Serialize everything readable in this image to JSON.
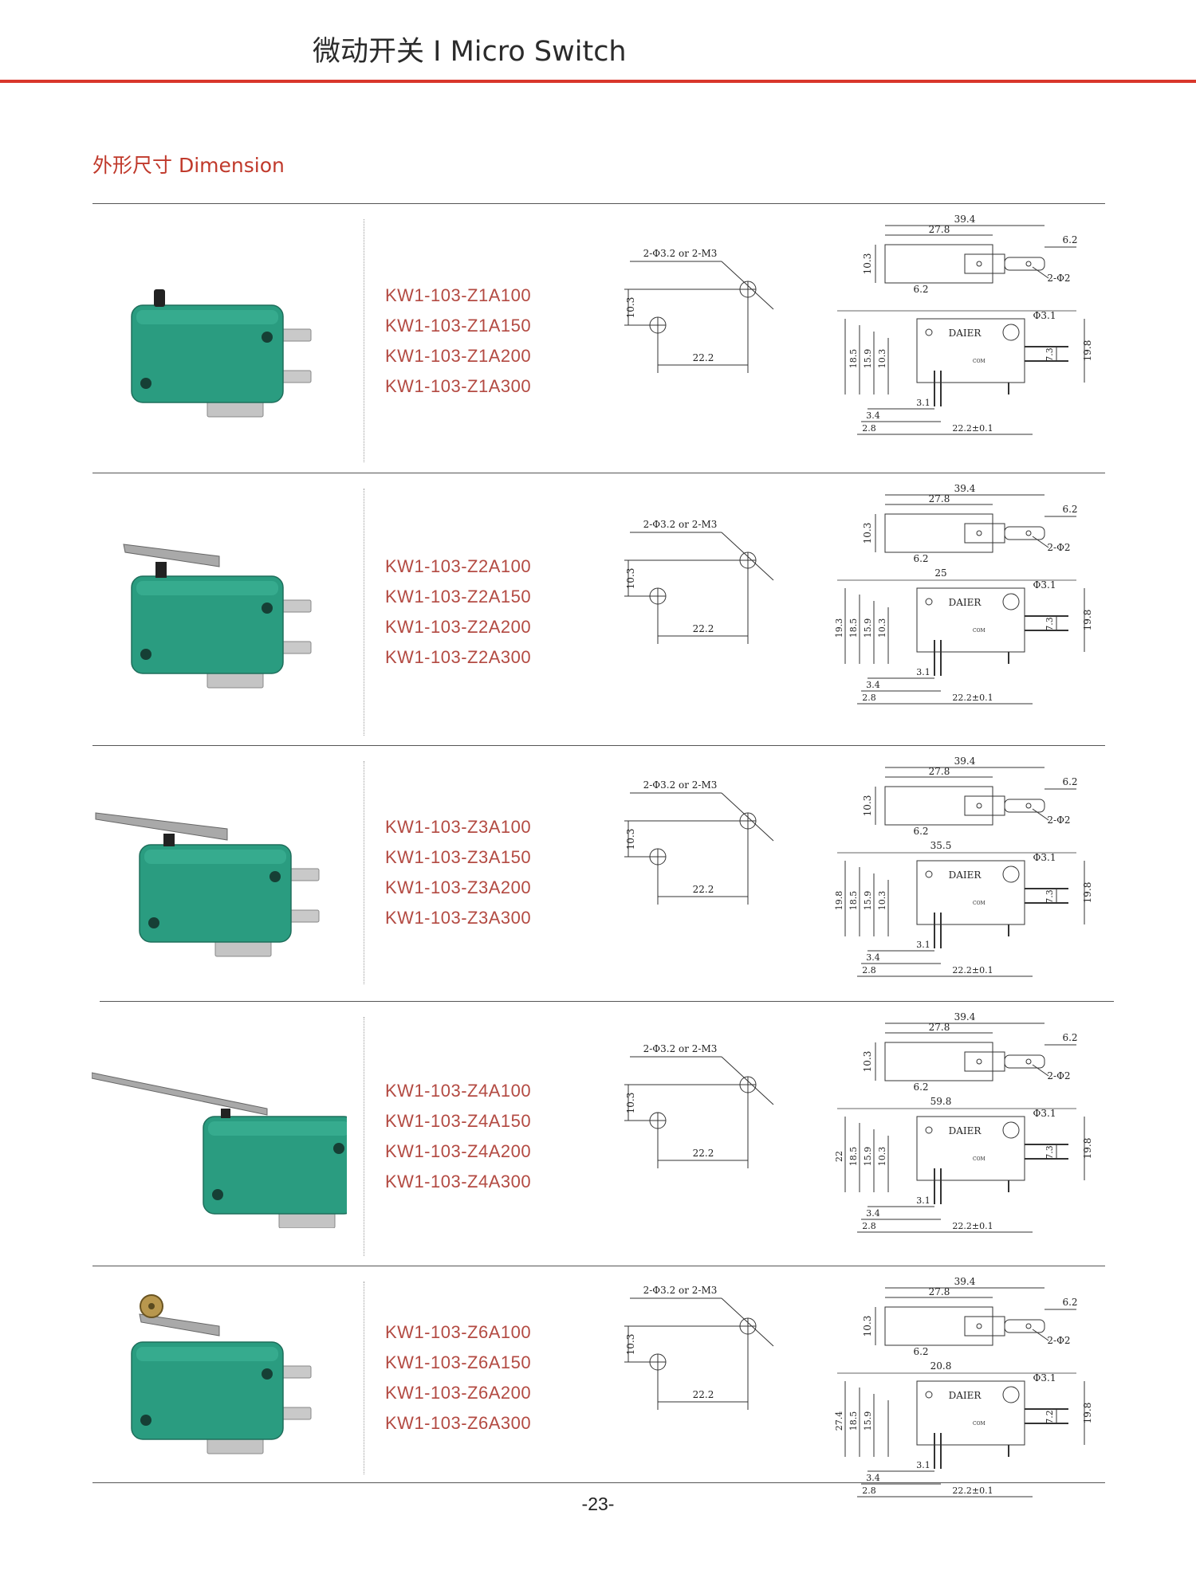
{
  "header": {
    "title": "微动开关 I Micro Switch"
  },
  "section": {
    "title": "外形尺寸 Dimension"
  },
  "rows": [
    {
      "lever": "none",
      "models": [
        "KW1-103-Z1A100",
        "KW1-103-Z1A150",
        "KW1-103-Z1A200",
        "KW1-103-Z1A300"
      ],
      "top": {
        "w": "39.4",
        "a": "27.8",
        "t": "6.2",
        "h": "10.3",
        "b": "6.2",
        "p": "2-Φ2"
      },
      "side": {
        "L": "",
        "H1": "18.5",
        "H2": "15.9",
        "H3": "10.3",
        "H4": "",
        "R": "19.8",
        "T": "7.3",
        "d1": "3.1",
        "d2": "3.4",
        "d3": "2.8",
        "c": "22.2±0.1",
        "hole": "Φ3.1",
        "brand": "DAIER",
        "com": "COM"
      }
    },
    {
      "lever": "short",
      "models": [
        "KW1-103-Z2A100",
        "KW1-103-Z2A150",
        "KW1-103-Z2A200",
        "KW1-103-Z2A300"
      ],
      "top": {
        "w": "39.4",
        "a": "27.8",
        "t": "6.2",
        "h": "10.3",
        "b": "6.2",
        "p": "2-Φ2"
      },
      "side": {
        "L": "25",
        "H1": "18.5",
        "H2": "15.9",
        "H3": "10.3",
        "H4": "19.3",
        "R": "19.8",
        "T": "7.3",
        "d1": "3.1",
        "d2": "3.4",
        "d3": "2.8",
        "c": "22.2±0.1",
        "hole": "Φ3.1",
        "brand": "DAIER",
        "com": "COM"
      }
    },
    {
      "lever": "medium",
      "models": [
        "KW1-103-Z3A100",
        "KW1-103-Z3A150",
        "KW1-103-Z3A200",
        "KW1-103-Z3A300"
      ],
      "top": {
        "w": "39.4",
        "a": "27.8",
        "t": "6.2",
        "h": "10.3",
        "b": "6.2",
        "p": "2-Φ2"
      },
      "side": {
        "L": "35.5",
        "H1": "18.5",
        "H2": "15.9",
        "H3": "10.3",
        "H4": "19.8",
        "R": "19.8",
        "T": "7.3",
        "d1": "3.1",
        "d2": "3.4",
        "d3": "2.8",
        "c": "22.2±0.1",
        "hole": "Φ3.1",
        "brand": "DAIER",
        "com": "COM"
      }
    },
    {
      "lever": "long",
      "models": [
        "KW1-103-Z4A100",
        "KW1-103-Z4A150",
        "KW1-103-Z4A200",
        "KW1-103-Z4A300"
      ],
      "top": {
        "w": "39.4",
        "a": "27.8",
        "t": "6.2",
        "h": "10.3",
        "b": "6.2",
        "p": "2-Φ2"
      },
      "side": {
        "L": "59.8",
        "H1": "18.5",
        "H2": "15.9",
        "H3": "10.3",
        "H4": "22",
        "R": "19.8",
        "T": "7.3",
        "d1": "3.1",
        "d2": "3.4",
        "d3": "2.8",
        "c": "22.2±0.1",
        "hole": "Φ3.1",
        "brand": "DAIER",
        "com": "COM"
      }
    },
    {
      "lever": "roller",
      "models": [
        "KW1-103-Z6A100",
        "KW1-103-Z6A150",
        "KW1-103-Z6A200",
        "KW1-103-Z6A300"
      ],
      "top": {
        "w": "39.4",
        "a": "27.8",
        "t": "6.2",
        "h": "10.3",
        "b": "6.2",
        "p": "2-Φ2"
      },
      "side": {
        "L": "20.8",
        "H1": "18.5",
        "H2": "15.9",
        "H3": "",
        "H4": "27.4",
        "R": "19.8",
        "T": "7.2",
        "d1": "3.1",
        "d2": "3.4",
        "d3": "2.8",
        "c": "22.2±0.1",
        "hole": "Φ3.1",
        "brand": "DAIER",
        "com": "COM"
      }
    }
  ],
  "mounting": {
    "holes": "2-Φ3.2 or 2-M3",
    "pitch": "22.2",
    "height": "10.3"
  },
  "footer": {
    "page": "-23-"
  },
  "colors": {
    "accent": "#d9362b",
    "model_text": "#b34a42",
    "switch_body": "#2a9c80"
  }
}
